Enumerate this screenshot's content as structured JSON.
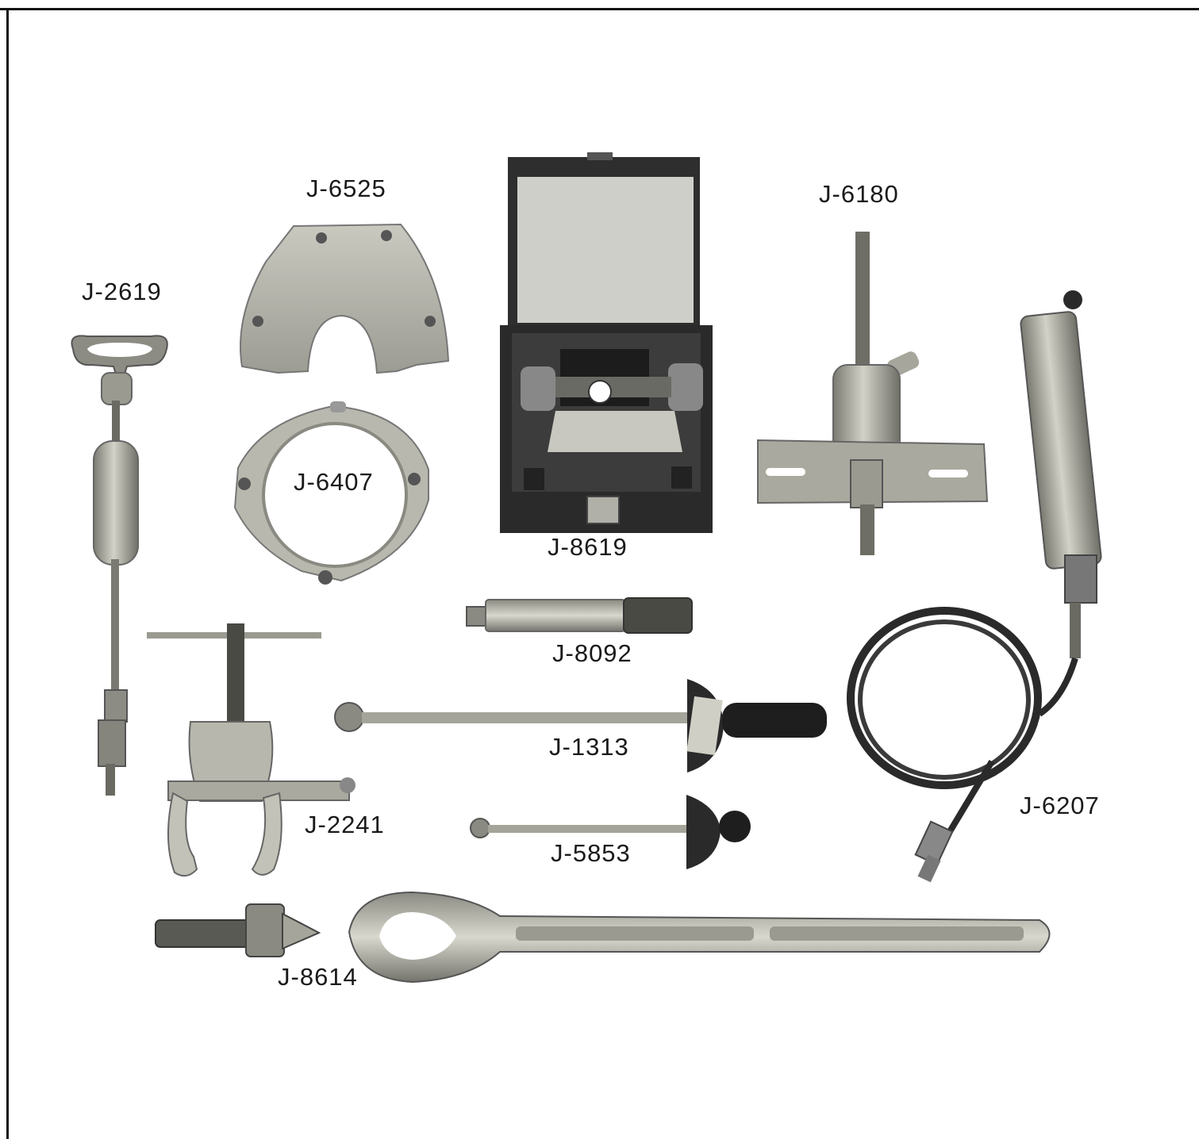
{
  "labels": {
    "j2619": "J-2619",
    "j6525": "J-6525",
    "j6407": "J-6407",
    "j8619": "J-8619",
    "j6180": "J-6180",
    "j6207": "J-6207",
    "j8092": "J-8092",
    "j1313": "J-1313",
    "j2241": "J-2241",
    "j5853": "J-5853",
    "j8614": "J-8614"
  }
}
